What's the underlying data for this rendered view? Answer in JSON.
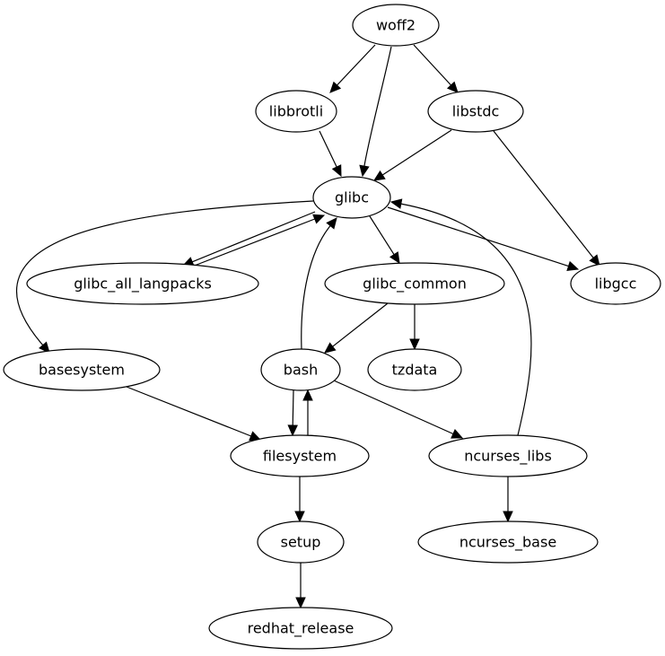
{
  "graph": {
    "type": "directed",
    "nodes": [
      {
        "id": "woff2",
        "label": "woff2"
      },
      {
        "id": "libbrotli",
        "label": "libbrotli"
      },
      {
        "id": "libstdc",
        "label": "libstdc"
      },
      {
        "id": "glibc",
        "label": "glibc"
      },
      {
        "id": "glibc_all_langpacks",
        "label": "glibc_all_langpacks"
      },
      {
        "id": "glibc_common",
        "label": "glibc_common"
      },
      {
        "id": "libgcc",
        "label": "libgcc"
      },
      {
        "id": "basesystem",
        "label": "basesystem"
      },
      {
        "id": "bash",
        "label": "bash"
      },
      {
        "id": "tzdata",
        "label": "tzdata"
      },
      {
        "id": "filesystem",
        "label": "filesystem"
      },
      {
        "id": "ncurses_libs",
        "label": "ncurses_libs"
      },
      {
        "id": "setup",
        "label": "setup"
      },
      {
        "id": "ncurses_base",
        "label": "ncurses_base"
      },
      {
        "id": "redhat_release",
        "label": "redhat_release"
      }
    ],
    "edges": [
      {
        "from": "woff2",
        "to": "libbrotli"
      },
      {
        "from": "woff2",
        "to": "glibc"
      },
      {
        "from": "woff2",
        "to": "libstdc"
      },
      {
        "from": "libbrotli",
        "to": "glibc"
      },
      {
        "from": "libstdc",
        "to": "glibc"
      },
      {
        "from": "libstdc",
        "to": "libgcc"
      },
      {
        "from": "glibc",
        "to": "basesystem"
      },
      {
        "from": "glibc",
        "to": "glibc_all_langpacks"
      },
      {
        "from": "glibc_all_langpacks",
        "to": "glibc"
      },
      {
        "from": "glibc",
        "to": "glibc_common"
      },
      {
        "from": "glibc",
        "to": "libgcc"
      },
      {
        "from": "glibc_common",
        "to": "bash"
      },
      {
        "from": "glibc_common",
        "to": "tzdata"
      },
      {
        "from": "bash",
        "to": "glibc"
      },
      {
        "from": "bash",
        "to": "filesystem"
      },
      {
        "from": "filesystem",
        "to": "bash"
      },
      {
        "from": "bash",
        "to": "ncurses_libs"
      },
      {
        "from": "basesystem",
        "to": "filesystem"
      },
      {
        "from": "ncurses_libs",
        "to": "glibc"
      },
      {
        "from": "ncurses_libs",
        "to": "ncurses_base"
      },
      {
        "from": "filesystem",
        "to": "setup"
      },
      {
        "from": "setup",
        "to": "redhat_release"
      }
    ]
  }
}
